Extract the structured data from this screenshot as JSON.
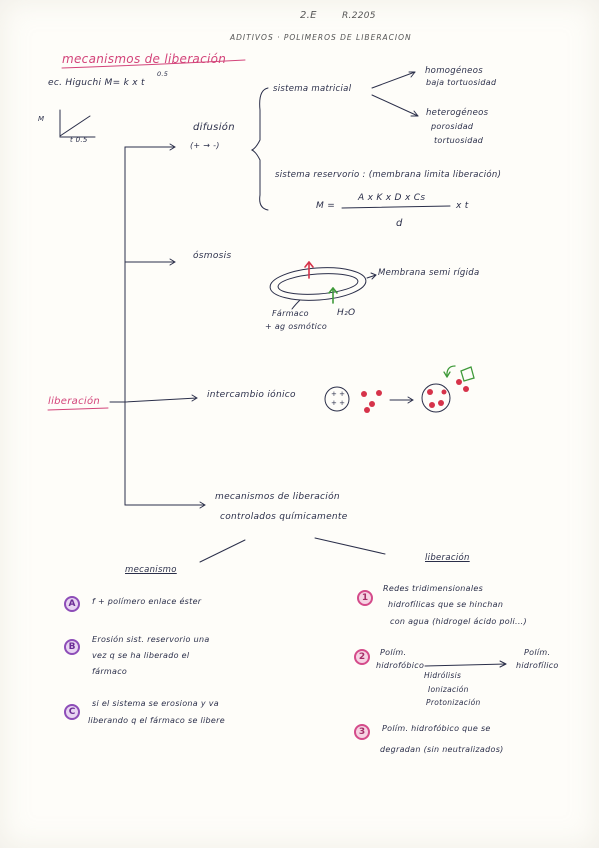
{
  "header": {
    "top_left": "2.E",
    "top_right": "R.2205",
    "subtitle": "ADITIVOS · POLIMEROS DE LIBERACION"
  },
  "title": "mecanismos de liberación",
  "higuchi": "ec. Higuchi  M= k x t",
  "higuchi_exponent": "0.5",
  "small_graph": {
    "y_label": "M",
    "x_label": "t 0.5"
  },
  "root": "liberación",
  "difusion": {
    "label": "difusión",
    "sub": "(+ → -)",
    "sistema_matricial": "sistema matricial",
    "homogeneo": "homogéneos",
    "homogeneo_sub": "baja tortuosidad",
    "heterogeneo": "heterogéneos",
    "heterogeneo_sub1": "porosidad",
    "heterogeneo_sub2": "tortuosidad",
    "reservorio": "sistema reservorio : (membrana limita liberación)",
    "formula_left": "M =",
    "formula_num": "A x K x D x Cs",
    "formula_den": "d",
    "formula_right": "x t"
  },
  "osmosis": {
    "label": "ósmosis",
    "membrana": "Membrana semi rígida",
    "farmaco": "Fármaco",
    "agente": "+ ag osmótico",
    "agua": "H₂O"
  },
  "intercambio": {
    "label": "intercambio iónico"
  },
  "mecanismo_quimico": {
    "line1": "mecanismos de liberación",
    "line2": "controlados químicamente"
  },
  "mecanismo_col": {
    "heading": "mecanismo",
    "items": [
      {
        "num": "A",
        "line1": "f + polímero enlace éster"
      },
      {
        "num": "B",
        "line1": "Erosión sist. reservorio una",
        "line2": "vez q se ha liberado el",
        "line3": "fármaco"
      },
      {
        "num": "C",
        "line1": "si el sistema se erosiona y va",
        "line2": "liberando q el fármaco se libere"
      }
    ]
  },
  "liberacion_col": {
    "heading": "liberación",
    "items": [
      {
        "num": "1",
        "line1": "Redes tridimensionales",
        "line2": "hidrofílicas que se hinchan",
        "line3": "con agua (hidrogel ácido poli...)"
      },
      {
        "num": "2",
        "line1": "Polím.",
        "line2": "hidrofóbico",
        "arrow_to1": "Polím.",
        "arrow_to2": "hidrofílico",
        "mid1": "Hidrólisis",
        "mid2": "Ionización",
        "mid3": "Protonización"
      },
      {
        "num": "3",
        "line1": "Polím. hidrofóbico que se",
        "line2": "degradan (sin neutralizados)"
      }
    ]
  },
  "colors": {
    "ink": "#2b2f4a",
    "pink": "#d3447a",
    "purple": "#8d4db8",
    "red": "#d6334a",
    "green": "#3f9a3a",
    "orange": "#e0762b"
  }
}
